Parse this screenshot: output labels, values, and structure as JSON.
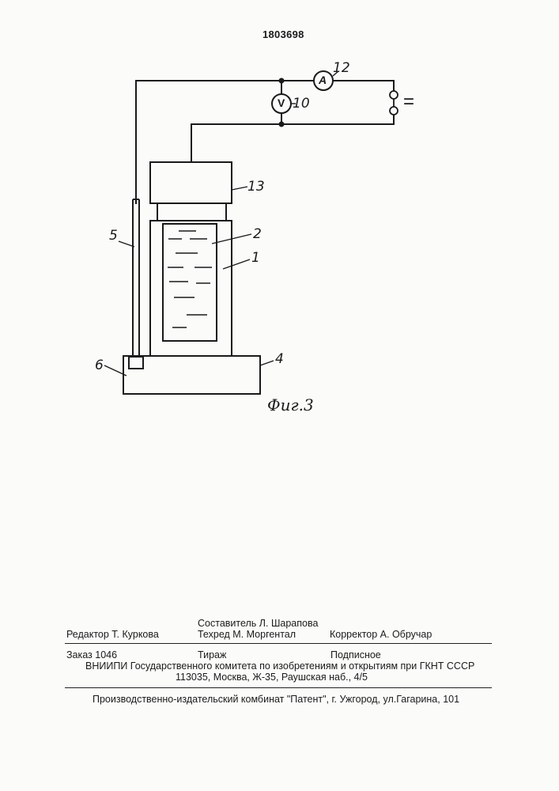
{
  "header": {
    "patent_number": "1803698"
  },
  "figure": {
    "caption": "Фиг.3",
    "labels": {
      "ammeter_symbol": "A",
      "voltmeter_symbol": "V",
      "source_symbol": "=",
      "n12": "12",
      "n10": "10",
      "n13": "13",
      "n5": "5",
      "n2": "2",
      "n1": "1",
      "n6": "6",
      "n4": "4"
    }
  },
  "imprint": {
    "compiler": "Составитель  Л. Шарапова",
    "editor": "Редактор  Т. Куркова",
    "techred": "Техред  М. Моргентал",
    "corrector": "Корректор    А. Обручар",
    "order": "Заказ 1046",
    "circulation": "Тираж",
    "subscription": "Подписное",
    "vniipi": "ВНИИПИ Государственного комитета по изобретениям и открытиям при ГКНТ СССР",
    "address": "113035, Москва, Ж-35, Раушская наб., 4/5",
    "publisher": "Производственно-издательский комбинат \"Патент\", г. Ужгород, ул.Гагарина, 101"
  }
}
